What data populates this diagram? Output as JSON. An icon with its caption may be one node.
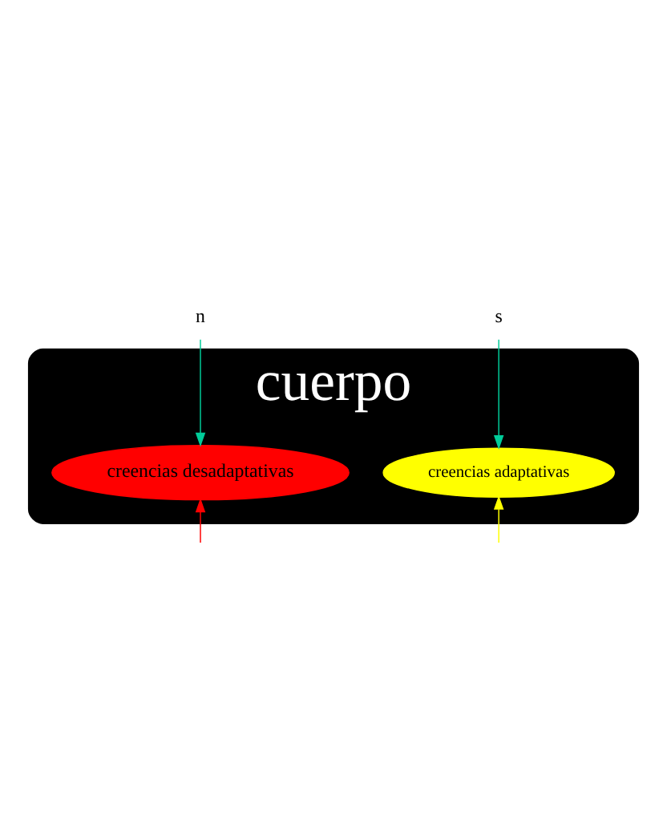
{
  "diagram": {
    "nodes": [
      {
        "text": [
          "cuerpo"
        ]
      },
      {
        "text": [
          "n"
        ]
      },
      {
        "text": [
          "creencias desadaptativas"
        ],
        "in": 0
      },
      {
        "text": [
          "s"
        ]
      },
      {
        "text": [
          "creencias adaptativas"
        ],
        "in": 0
      }
    ],
    "edges": [
      {
        "from": 1,
        "to": 2,
        "arrow": "to",
        "color": "#00cc99"
      },
      {
        "from": 3,
        "to": 4,
        "arrow": "to",
        "color": "#00cc99"
      },
      {
        "from": null,
        "to": 2,
        "arrow": "to",
        "color": "#ff0000"
      },
      {
        "from": null,
        "to": 4,
        "arrow": "to",
        "color": "#ffff00"
      }
    ]
  }
}
